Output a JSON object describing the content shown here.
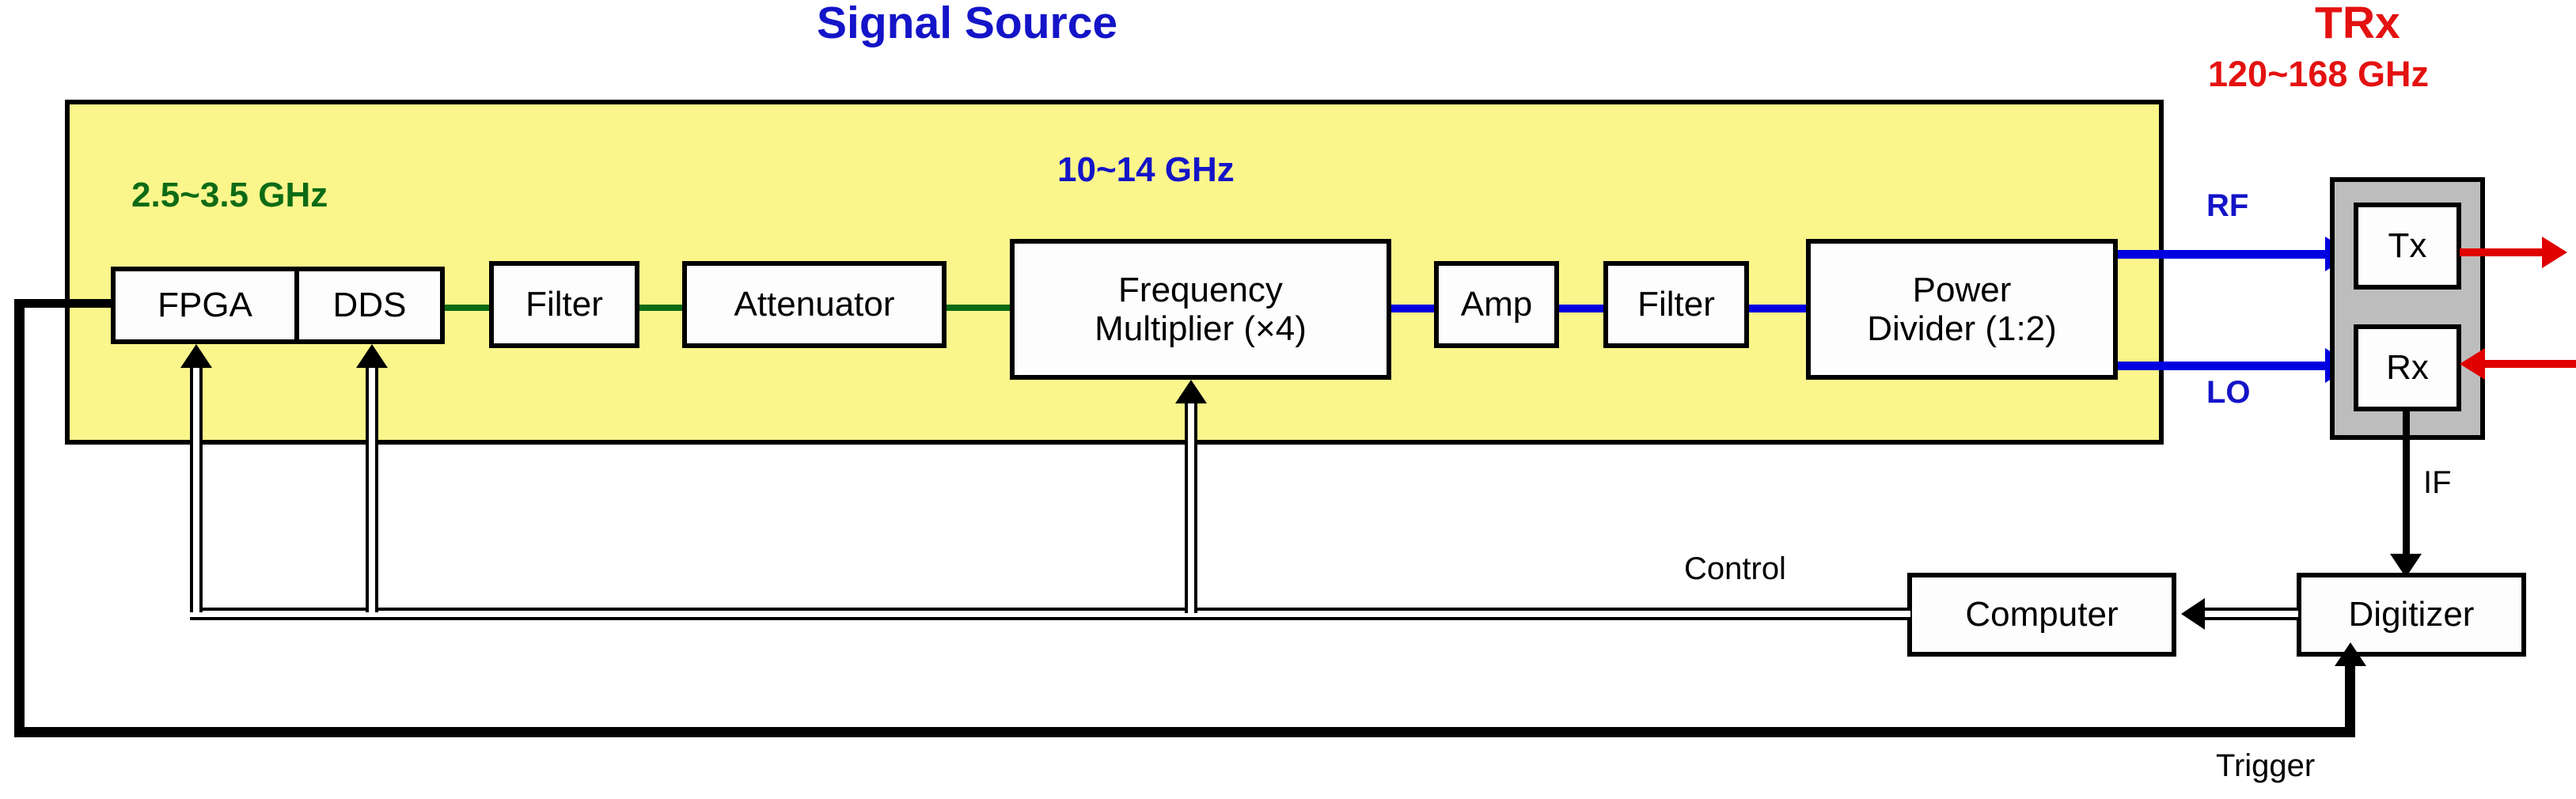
{
  "titles": {
    "signal_source": "Signal Source",
    "trx": "TRx",
    "trx_freq": "120~168 GHz"
  },
  "freq_labels": {
    "baseband": "2.5~3.5 GHz",
    "multiplied": "10~14 GHz"
  },
  "signal_chain": [
    {
      "id": "fpga",
      "label": "FPGA"
    },
    {
      "id": "dds",
      "label": "DDS"
    },
    {
      "id": "filter1",
      "label": "Filter"
    },
    {
      "id": "attenuator",
      "label": "Attenuator"
    },
    {
      "id": "freqmult",
      "label": "Frequency\nMultiplier (×4)"
    },
    {
      "id": "amp",
      "label": "Amp"
    },
    {
      "id": "filter2",
      "label": "Filter"
    },
    {
      "id": "powerdiv",
      "label": "Power\nDivider (1:2)"
    }
  ],
  "trx_blocks": [
    {
      "id": "tx",
      "label": "Tx"
    },
    {
      "id": "rx",
      "label": "Rx"
    }
  ],
  "backend_blocks": [
    {
      "id": "computer",
      "label": "Computer"
    },
    {
      "id": "digitizer",
      "label": "Digitizer"
    }
  ],
  "wire_labels": {
    "rf": "RF",
    "lo": "LO",
    "if": "IF",
    "control": "Control",
    "trigger": "Trigger"
  },
  "colors": {
    "panel_signal_source": "#fbf68b",
    "panel_trx": "#bdbdbd",
    "baseband_wire": "#0d6b15",
    "microwave_wire": "#0000e0",
    "mmwave_wire": "#e00000",
    "title_blue": "#1414c8",
    "title_red": "#e41111",
    "block_fill": "#fdfdfd",
    "outline": "#000000"
  }
}
